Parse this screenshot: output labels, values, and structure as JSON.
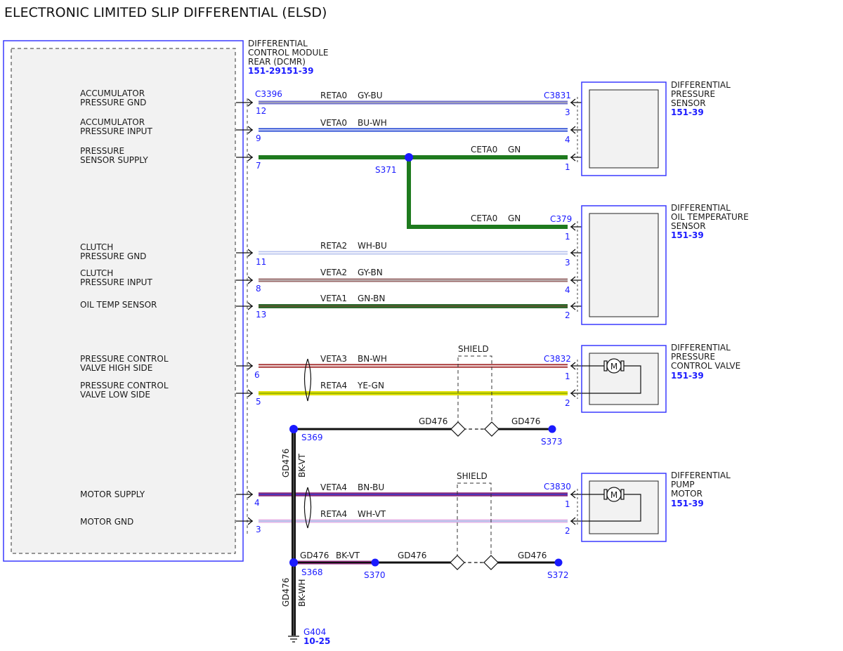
{
  "title": "ELECTRONIC LIMITED SLIP DIFFERENTIAL (ELSD)",
  "module": {
    "name_line1": "DIFFERENTIAL",
    "name_line2": "CONTROL MODULE",
    "name_line3": "REAR (DCMR)",
    "ref": "151-29151-39",
    "left_connector": "C3396",
    "pins": [
      {
        "line1": "ACCUMULATOR",
        "line2": "PRESSURE GND",
        "pin": "12"
      },
      {
        "line1": "ACCUMULATOR",
        "line2": "PRESSURE INPUT",
        "pin": "9"
      },
      {
        "line1": "PRESSURE",
        "line2": "SENSOR SUPPLY",
        "pin": "7"
      },
      {
        "line1": "CLUTCH",
        "line2": "PRESSURE GND",
        "pin": "11"
      },
      {
        "line1": "CLUTCH",
        "line2": "PRESSURE INPUT",
        "pin": "8"
      },
      {
        "line1": "OIL TEMP SENSOR",
        "line2": "",
        "pin": "13"
      },
      {
        "line1": "PRESSURE CONTROL",
        "line2": "VALVE HIGH SIDE",
        "pin": "6"
      },
      {
        "line1": "PRESSURE CONTROL",
        "line2": "VALVE LOW SIDE",
        "pin": "5"
      },
      {
        "line1": "MOTOR SUPPLY",
        "line2": "",
        "pin": "4"
      },
      {
        "line1": "MOTOR GND",
        "line2": "",
        "pin": "3"
      }
    ]
  },
  "wires": [
    {
      "circuit": "RETA0",
      "color": "GY-BU",
      "right_pin": "3"
    },
    {
      "circuit": "VETA0",
      "color": "BU-WH",
      "right_pin": "4"
    },
    {
      "circuit": "CETA0",
      "color": "GN",
      "right_pin": "1"
    },
    {
      "circuit": "CETA0",
      "color": "GN",
      "right_pin": "1"
    },
    {
      "circuit": "RETA2",
      "color": "WH-BU",
      "right_pin": "3"
    },
    {
      "circuit": "VETA2",
      "color": "GY-BN",
      "right_pin": "4"
    },
    {
      "circuit": "VETA1",
      "color": "GN-BN",
      "right_pin": "2"
    },
    {
      "circuit": "VETA3",
      "color": "BN-WH",
      "right_pin": "1"
    },
    {
      "circuit": "RETA4",
      "color": "YE-GN",
      "right_pin": "2"
    },
    {
      "circuit": "VETA4",
      "color": "BN-BU",
      "right_pin": "1"
    },
    {
      "circuit": "RETA4",
      "color": "WH-VT",
      "right_pin": "2"
    }
  ],
  "splices": {
    "s371": "S371",
    "s369": "S369",
    "s373": "S373",
    "s368": "S368",
    "s370": "S370",
    "s372": "S372"
  },
  "ground_wires": {
    "gd476_a": "GD476",
    "gd476_b": "GD476",
    "gd476_c": "GD476",
    "gd476_d": "GD476",
    "gd476_e": "GD476",
    "bk_vt": "BK-VT",
    "vert1_circuit": "GD476",
    "vert1_color": "BK-VT",
    "vert2_circuit": "GD476",
    "vert2_color": "BK-WH",
    "ground": "G404",
    "ground_ref": "10-25"
  },
  "shield_label": "SHIELD",
  "components": {
    "pressure_sensor": {
      "line1": "DIFFERENTIAL",
      "line2": "PRESSURE",
      "line3": "SENSOR",
      "ref": "151-39",
      "connector": "C3831"
    },
    "oil_temp_sensor": {
      "line1": "DIFFERENTIAL",
      "line2": "OIL TEMPERATURE",
      "line3": "SENSOR",
      "ref": "151-39",
      "connector": "C379"
    },
    "pressure_control_valve": {
      "line1": "DIFFERENTIAL",
      "line2": "PRESSURE",
      "line3": "CONTROL VALVE",
      "ref": "151-39",
      "connector": "C3832"
    },
    "pump_motor": {
      "line1": "DIFFERENTIAL",
      "line2": "PUMP",
      "line3": "MOTOR",
      "ref": "151-39",
      "connector": "C3830"
    },
    "motor_symbol": "M"
  },
  "colors": {
    "gy_bu": "#6f6fd0",
    "bu_wh": "#1a3fd0",
    "gn": "#1e7a1e",
    "wh_bu": "#b8c4ee",
    "gy_bn": "#9a6a6a",
    "gn_bn": "#2f6a2f",
    "bn_wh": "#a83838",
    "ye_gn": "#e0e000",
    "bn_bu": "#8a2a7a",
    "wh_vt": "#e6b4e6",
    "black": "#111111",
    "accent_blue": "#1a1aff"
  }
}
